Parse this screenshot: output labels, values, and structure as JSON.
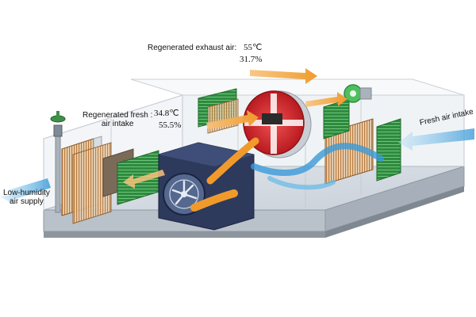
{
  "labels": {
    "regenerated_exhaust_air": "Regenerated exhaust air:",
    "regenerated_exhaust_temp": "55℃",
    "regenerated_exhaust_humidity": "31.7%",
    "regenerated_fresh_air_intake_line1": "Regenerated fresh :",
    "regenerated_fresh_air_intake_line2": "air intake",
    "regenerated_fresh_temp": "34.8℃",
    "regenerated_fresh_humidity": "55.5%",
    "low_humidity_air_supply_line1": "Low-humidity",
    "low_humidity_air_supply_line2": "air supply",
    "fresh_air_intake": "Fresh air intake"
  },
  "colors": {
    "warm_air": "#f4a640",
    "cool_air": "#4aa8e0",
    "rotor_red": "#d8252b",
    "coil_green": "#3a9a48",
    "coil_copper": "#c98a4a",
    "casing": "#e6eaee",
    "fan": "#2d3a5c"
  },
  "icons": {
    "valve": "valve-icon",
    "fan": "fan-icon",
    "desiccant_wheel": "desiccant-wheel-icon"
  }
}
